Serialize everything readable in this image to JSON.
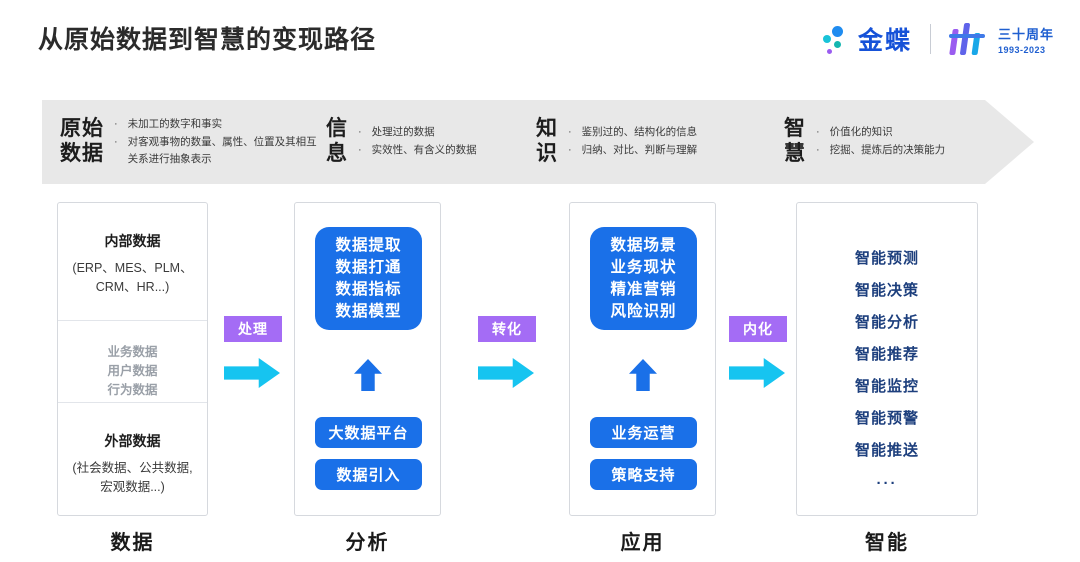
{
  "page": {
    "title": "从原始数据到智慧的变现路径"
  },
  "brand": {
    "name": "金蝶",
    "anniversary_cn": "三十周年",
    "anniversary_years": "1993-2023",
    "accent_blue": "#1652d8",
    "accent_purple": "#9a5cf0",
    "accent_cyan": "#19c3d8"
  },
  "banner": {
    "background": "#e8e8e8",
    "columns": [
      {
        "heading_line1": "原始",
        "heading_line2": "数据",
        "bullets": [
          "未加工的数字和事实",
          "对客观事物的数量、属性、位置及其相互关系进行抽象表示"
        ]
      },
      {
        "heading_line1": "信",
        "heading_line2": "息",
        "bullets": [
          "处理过的数据",
          "实效性、有含义的数据"
        ]
      },
      {
        "heading_line1": "知",
        "heading_line2": "识",
        "bullets": [
          "鉴别过的、结构化的信息",
          "归纳、对比、判断与理解"
        ]
      },
      {
        "heading_line1": "智",
        "heading_line2": "慧",
        "bullets": [
          "价值化的知识",
          "挖掘、提炼后的决策能力"
        ]
      }
    ]
  },
  "stages": {
    "blue": "#1a70e8",
    "navy": "#1d3f7d",
    "labels": [
      "数据",
      "分析",
      "应用",
      "智能"
    ],
    "data_card": {
      "internal_title": "内部数据",
      "internal_sub_line1": "(ERP、MES、PLM、",
      "internal_sub_line2": "CRM、HR...)",
      "middle_items": [
        "业务数据",
        "用户数据",
        "行为数据"
      ],
      "external_title": "外部数据",
      "external_sub_line1": "(社会数据、公共数据,",
      "external_sub_line2": "宏观数据...)"
    },
    "analysis_card": {
      "main_box_lines": [
        "数据提取",
        "数据打通",
        "数据指标",
        "数据模型"
      ],
      "pill_top": "大数据平台",
      "pill_bottom": "数据引入"
    },
    "application_card": {
      "main_box_lines": [
        "数据场景",
        "业务现状",
        "精准营销",
        "风险识别"
      ],
      "pill_top": "业务运营",
      "pill_bottom": "策略支持"
    },
    "intelligence_card": {
      "items": [
        "智能预测",
        "智能决策",
        "智能分析",
        "智能推荐",
        "智能监控",
        "智能预警",
        "智能推送"
      ],
      "ellipsis": "···"
    }
  },
  "connectors": [
    {
      "label": "处理",
      "label_bg": "#a46cf5",
      "arrow_color": "#16c4f0"
    },
    {
      "label": "转化",
      "label_bg": "#a46cf5",
      "arrow_color": "#16c4f0"
    },
    {
      "label": "内化",
      "label_bg": "#a46cf5",
      "arrow_color": "#16c4f0"
    }
  ]
}
